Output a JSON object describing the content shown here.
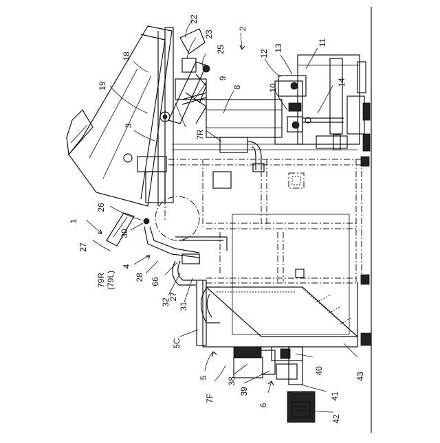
{
  "labels": {
    "l1": "1",
    "l2": "2",
    "l3": "3",
    "l4": "4",
    "l5": "5",
    "l6": "6",
    "l7F": "7F",
    "l7R": "7R",
    "l8": "8",
    "l9": "9",
    "l10": "10",
    "l11": "11",
    "l12": "12",
    "l13": "13",
    "l14": "14",
    "l18": "18",
    "l19": "19",
    "l22": "22",
    "l23": "23",
    "l25": "25",
    "l26": "26",
    "l27a": "27",
    "l27b": "27",
    "l28": "28",
    "l30": "30",
    "l31": "31",
    "l32": "32",
    "l38": "38",
    "l39": "39",
    "l40": "40",
    "l41": "41",
    "l42": "42",
    "l43": "43",
    "l5C": "5C",
    "l66": "66",
    "l79R": "79R",
    "l79L": "(79L)"
  }
}
